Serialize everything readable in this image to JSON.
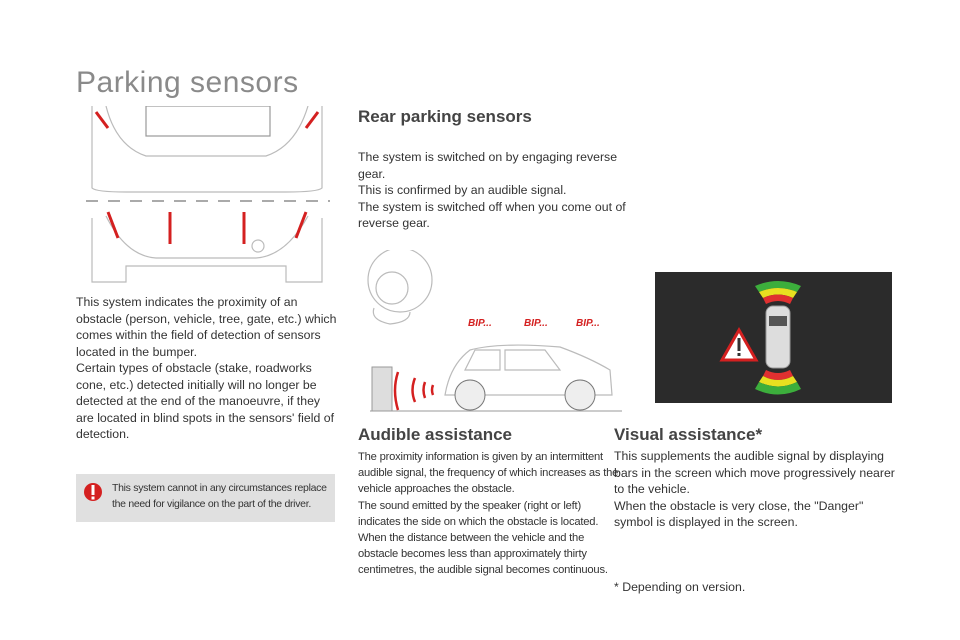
{
  "title": "Parking sensors",
  "left": {
    "paragraphs": [
      "This system indicates the proximity of an obstacle (person, vehicle, tree, gate, etc.) which comes within the field of detection of sensors located in the bumper.",
      "Certain types of obstacle (stake, roadworks cone, etc.) detected initially will no longer be detected at the end of the manoeuvre, if they are located in blind spots in the sensors' field of detection."
    ],
    "note": "This system cannot in any circumstances replace the need for vigilance on the part of the driver."
  },
  "rear": {
    "heading": "Rear parking sensors",
    "lines": [
      "The system is switched on by engaging reverse gear.",
      "This is confirmed by an audible signal.",
      "The system is switched off when you come out of reverse gear."
    ]
  },
  "audible": {
    "heading": "Audible assistance",
    "bip": "BIP...",
    "lines": [
      "The proximity information is given by an intermittent audible signal, the frequency of which increases as the vehicle approaches the obstacle.",
      "The sound emitted by the speaker (right or left) indicates the side on which the obstacle is located.",
      "When the distance between the vehicle and the obstacle becomes less than approximately thirty centimetres, the audible signal becomes continuous."
    ]
  },
  "visual": {
    "heading": "Visual assistance*",
    "lines": [
      "This supplements the audible signal by displaying bars in the screen which move progressively nearer to the vehicle.",
      "When the obstacle is very close, the \"Danger\" symbol is displayed in the screen."
    ],
    "footnote": "* Depending on version."
  },
  "colors": {
    "red": "#e03030",
    "yellow": "#e8e020",
    "green": "#3cae3c",
    "screen": "#2b2b2b"
  }
}
